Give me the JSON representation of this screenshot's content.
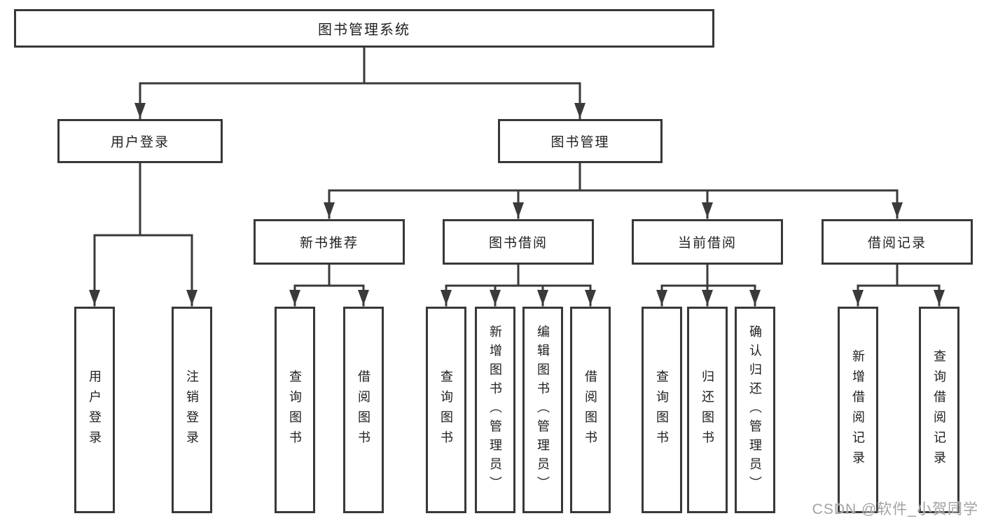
{
  "diagram": {
    "title": "图书管理系统",
    "root": {
      "label": "图书管理系统"
    },
    "level2": [
      {
        "label": "用户登录",
        "parent": "图书管理系统"
      },
      {
        "label": "图书管理",
        "parent": "图书管理系统"
      }
    ],
    "level3": [
      {
        "label": "新书推荐",
        "parent": "图书管理"
      },
      {
        "label": "图书借阅",
        "parent": "图书管理"
      },
      {
        "label": "当前借阅",
        "parent": "图书管理"
      },
      {
        "label": "借阅记录",
        "parent": "图书管理"
      }
    ],
    "leaves": [
      {
        "label": "用户登录",
        "parent": "用户登录"
      },
      {
        "label": "注销登录",
        "parent": "用户登录"
      },
      {
        "label": "查询图书",
        "parent": "新书推荐"
      },
      {
        "label": "借阅图书",
        "parent": "新书推荐"
      },
      {
        "label": "查询图书",
        "parent": "图书借阅"
      },
      {
        "label": "新增图书（管理员）",
        "parent": "图书借阅"
      },
      {
        "label": "编辑图书（管理员）",
        "parent": "图书借阅"
      },
      {
        "label": "借阅图书",
        "parent": "图书借阅"
      },
      {
        "label": "查询图书",
        "parent": "当前借阅"
      },
      {
        "label": "归还图书",
        "parent": "当前借阅"
      },
      {
        "label": "确认归还（管理员）",
        "parent": "当前借阅"
      },
      {
        "label": "新增借阅记录",
        "parent": "借阅记录"
      },
      {
        "label": "查询借阅记录",
        "parent": "借阅记录"
      }
    ]
  },
  "watermark": {
    "text": "CSDN @软件_小贺同学"
  },
  "colors": {
    "line": "#3a3a3a",
    "border": "#383838",
    "background": "#ffffff",
    "text": "#1f1f1f",
    "watermark": "#a3a3a3"
  }
}
